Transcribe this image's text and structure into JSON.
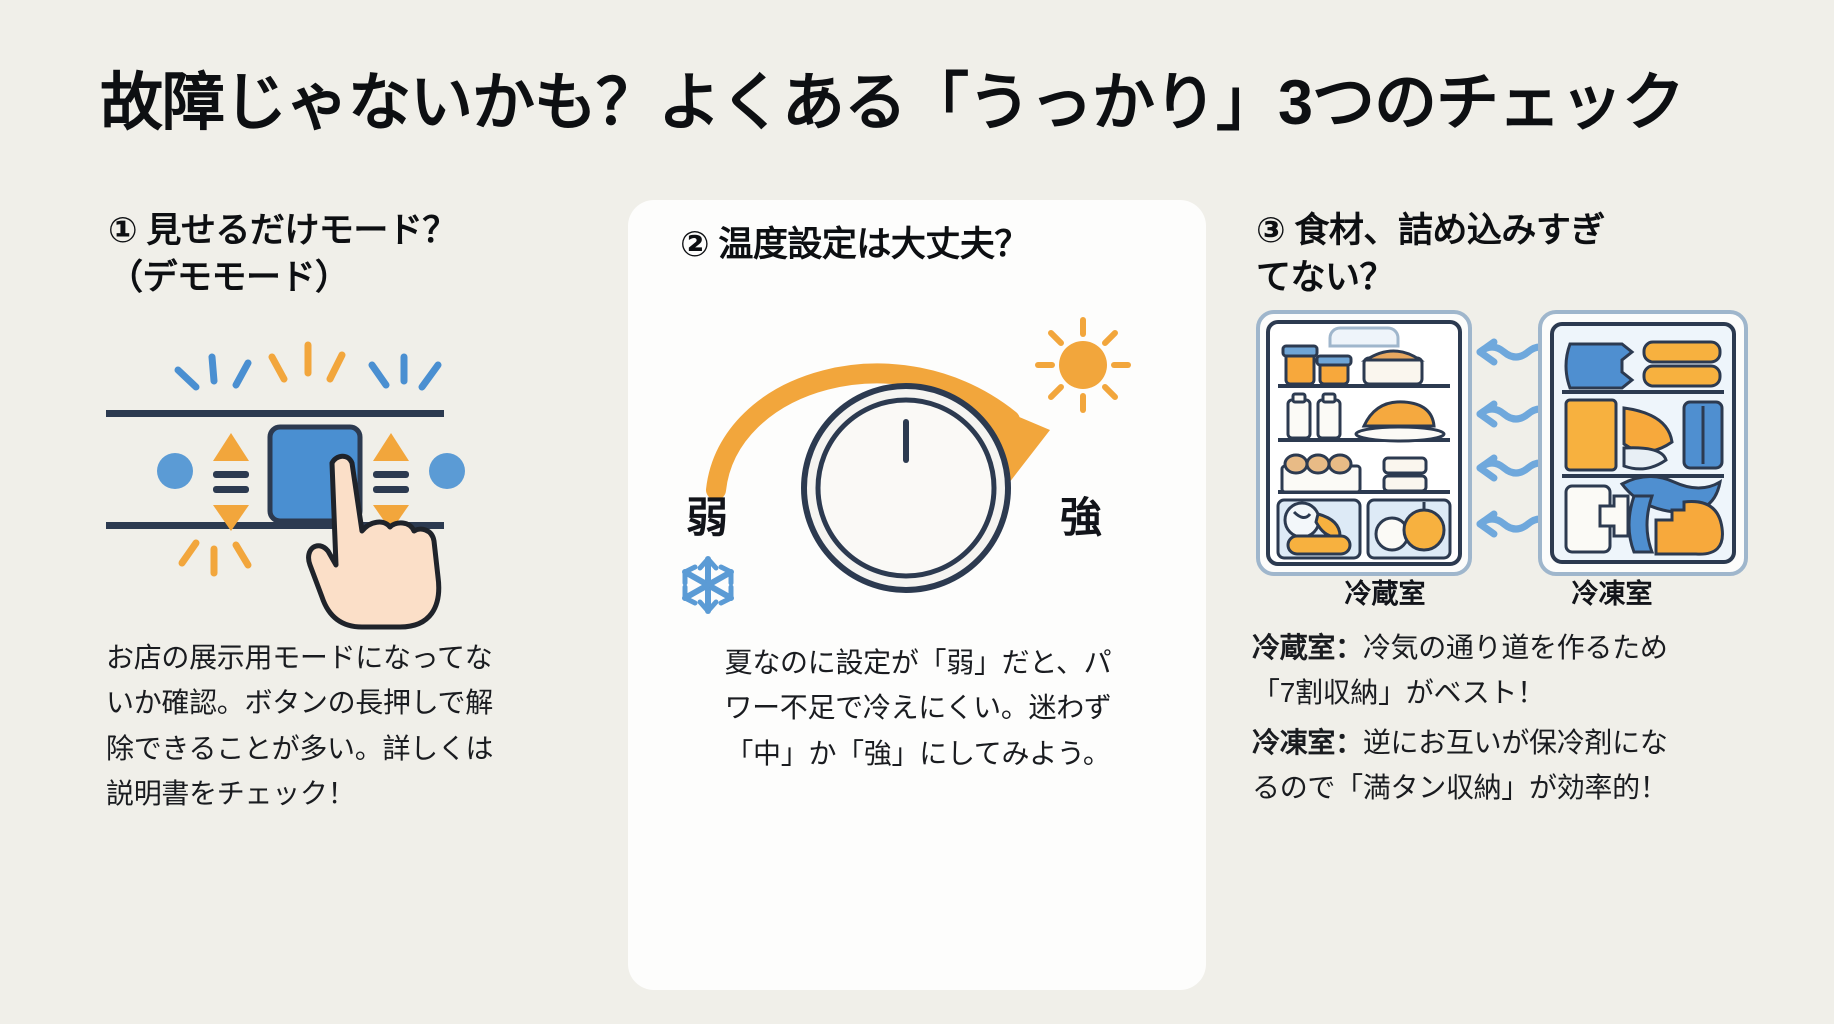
{
  "title": "故障じゃないかも？よくある「うっかり」3つのチェック",
  "colors": {
    "background": "#f0efe9",
    "card": "#fdfdfc",
    "text": "#14161a",
    "orange": "#f2a63c",
    "blue": "#4a8fd1",
    "navy": "#2c3a50",
    "skin": "#fbdfc8"
  },
  "columns": [
    {
      "number": "①",
      "heading": "① 見せるだけモード？\n（デモモード）",
      "heading_line1": "① 見せるだけモード？",
      "heading_line2": "（デモモード）",
      "illustration": "control-panel-demo-mode",
      "body_lines": [
        "お店の展示用モードになってな",
        "いか確認。ボタンの長押しで解",
        "除できることが多い。詳しくは",
        "説明書をチェック！"
      ]
    },
    {
      "number": "②",
      "heading": "② 温度設定は大丈夫？",
      "illustration": "temperature-dial",
      "dial": {
        "weak_label": "弱",
        "strong_label": "強",
        "snowflake_icon": "snowflake-icon",
        "sun_icon": "sun-icon",
        "arrow_icon": "curved-arrow-icon"
      },
      "body_lines": [
        "夏なのに設定が「弱」だと、パ",
        "ワー不足で冷えにくい。迷わず",
        "「中」か「強」にしてみよう。"
      ]
    },
    {
      "number": "③",
      "heading": "③ 食材、詰め込みすぎ\nてない？",
      "heading_line1": "③ 食材、詰め込みすぎ",
      "heading_line2": "てない？",
      "illustration": "fridge-freezer-packing",
      "room_labels": {
        "fridge": "冷蔵室",
        "freezer": "冷凍室"
      },
      "body_blocks": [
        {
          "lead": "冷蔵室：",
          "lines": [
            "冷気の通り道を作るため",
            "「7割収納」がベスト！"
          ],
          "line1_rest": "冷気の通り道を作るため",
          "line2": "「7割収納」がベスト！"
        },
        {
          "lead": "冷凍室：",
          "lines": [
            "逆にお互いが保冷剤にな",
            "るので「満タン収納」が効率的！"
          ],
          "line1_rest": "逆にお互いが保冷剤にな",
          "line2": "るので「満タン収納」が効率的！"
        }
      ]
    }
  ]
}
